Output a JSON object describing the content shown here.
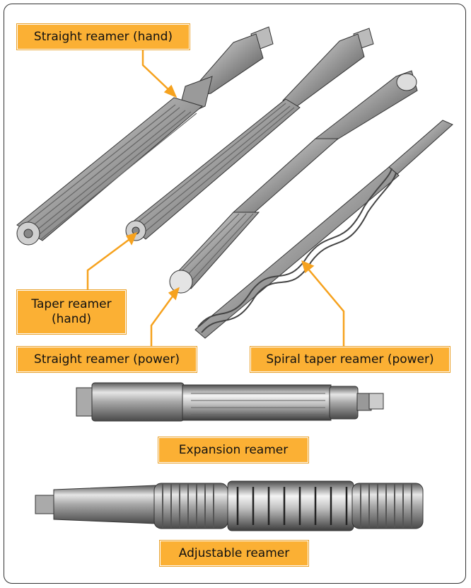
{
  "labels": {
    "straight_hand": "Straight reamer (hand)",
    "taper_hand_line1": "Taper reamer",
    "taper_hand_line2": "(hand)",
    "straight_power": "Straight reamer (power)",
    "spiral_taper_power": "Spiral taper reamer (power)",
    "expansion": "Expansion reamer",
    "adjustable": "Adjustable reamer"
  },
  "colors": {
    "label_fill": "#fbb034",
    "leader_line": "#f6a21e",
    "steel_dark": "#555555",
    "steel_mid": "#8a8a8a",
    "steel_light": "#d9d9d9"
  }
}
